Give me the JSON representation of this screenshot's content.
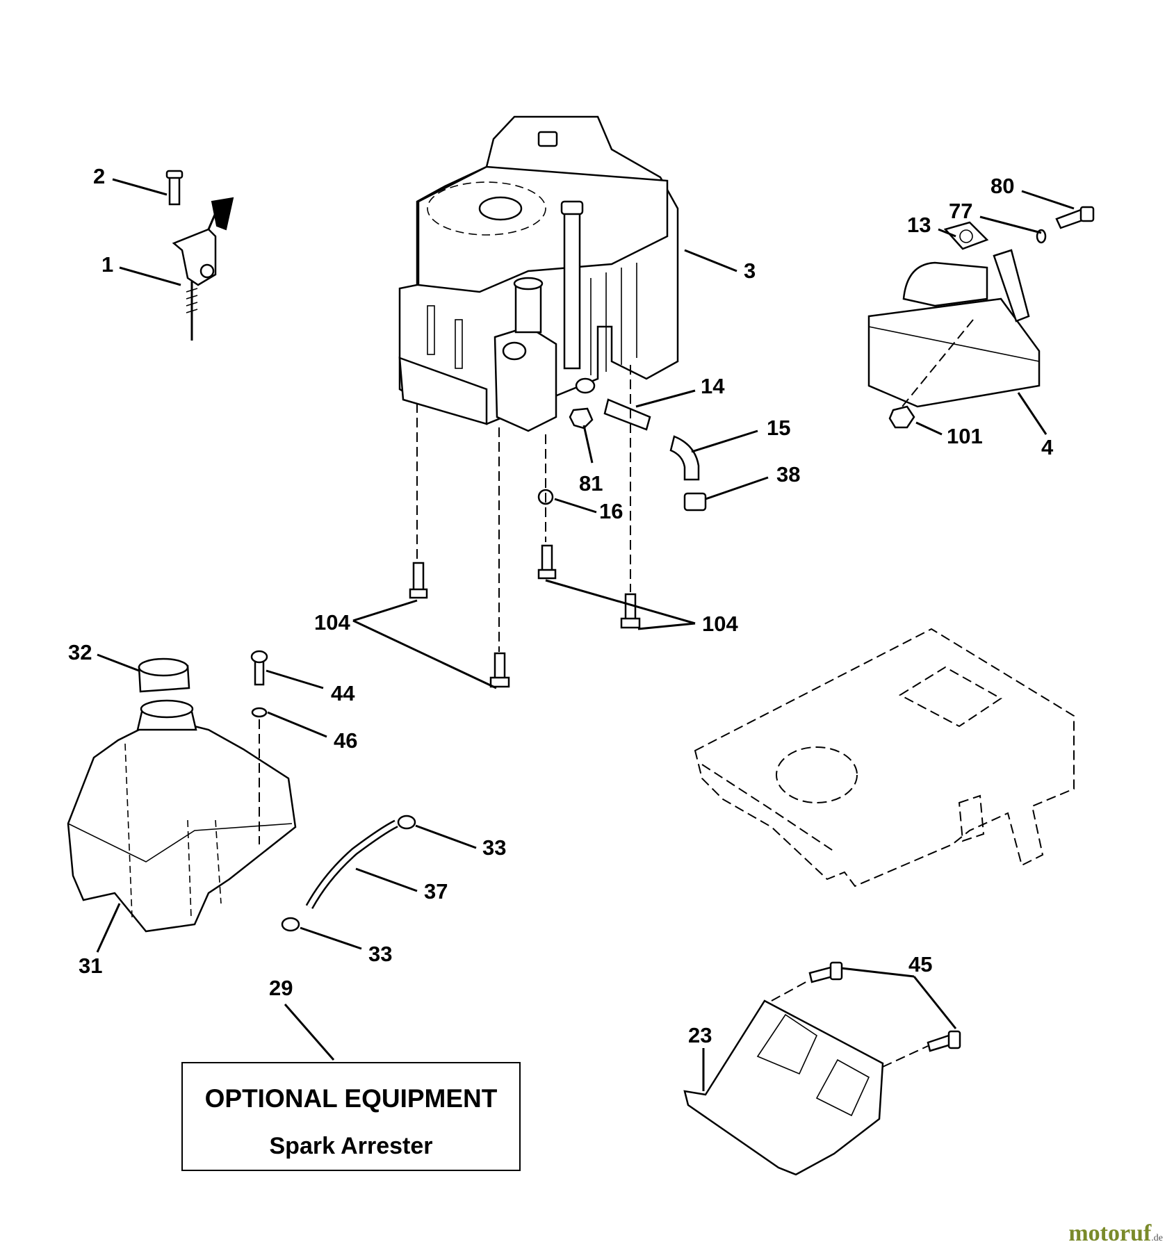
{
  "labels": {
    "l2": "2",
    "l1": "1",
    "l3": "3",
    "l80": "80",
    "l77": "77",
    "l13": "13",
    "l14": "14",
    "l15": "15",
    "l38": "38",
    "l81": "81",
    "l16": "16",
    "l101": "101",
    "l4": "4",
    "l104a": "104",
    "l104b": "104",
    "l32": "32",
    "l44": "44",
    "l46": "46",
    "l33a": "33",
    "l37": "37",
    "l33b": "33",
    "l31": "31",
    "l29": "29",
    "l45": "45",
    "l23": "23"
  },
  "note": {
    "title": "OPTIONAL EQUIPMENT",
    "subtitle": "Spark Arrester"
  },
  "watermark": {
    "text": "motoruf",
    "suffix": ".de"
  }
}
